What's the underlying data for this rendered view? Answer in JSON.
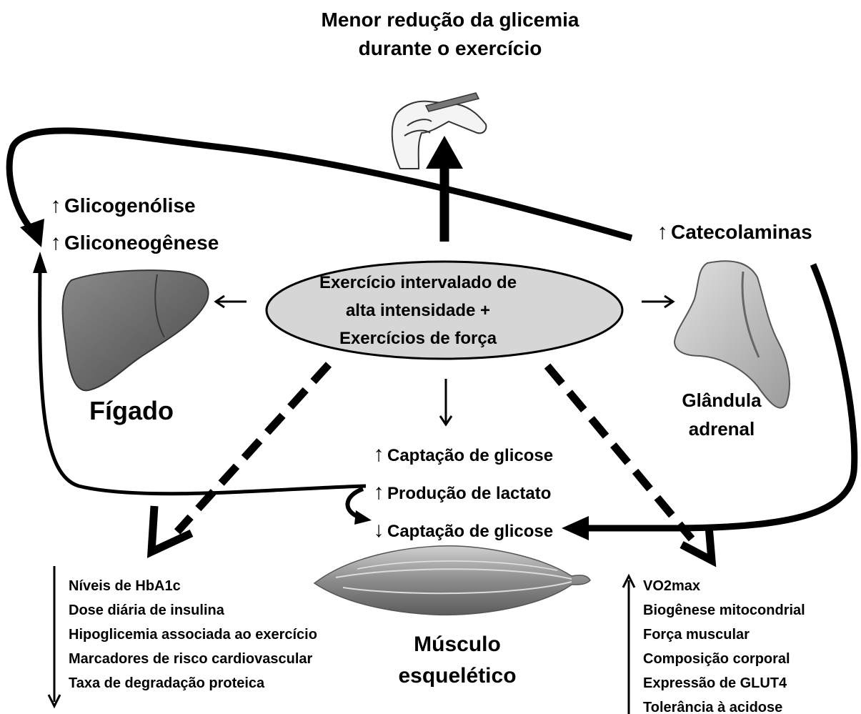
{
  "title": {
    "line1": "Menor redução da glicemia",
    "line2": "durante o exercício"
  },
  "liver_effects": [
    {
      "glyph": "↑",
      "text": "Glicogenólise"
    },
    {
      "glyph": "↑",
      "text": "Gliconeogênese"
    }
  ],
  "catecholamines": {
    "glyph": "↑",
    "text": "Catecolaminas"
  },
  "center": {
    "line1": "Exercício intervalado de",
    "line2": "alta intensidade +",
    "line3": "Exercícios de força"
  },
  "liver_label": "Fígado",
  "adrenal_label": {
    "line1": "Glândula",
    "line2": "adrenal"
  },
  "muscle_effects": [
    {
      "glyph": "↑",
      "text": "Captação de glicose"
    },
    {
      "glyph": "↑",
      "text": "Produção de lactato"
    },
    {
      "glyph": "↓",
      "text": "Captação de glicose"
    }
  ],
  "muscle_label": {
    "line1": "Músculo",
    "line2": "esquelético"
  },
  "decreased_outcomes": [
    "Níveis de HbA1c",
    "Dose diária de insulina",
    "Hipoglicemia associada ao exercício",
    "Marcadores de risco cardiovascular",
    "Taxa de degradação proteica"
  ],
  "increased_outcomes": [
    "VO2max",
    "Biogênese mitocondrial",
    "Força muscular",
    "Composição corporal",
    "Expressão de GLUT4",
    "Tolerância à acidose"
  ],
  "colors": {
    "ellipse_fill": "#d6d6d6",
    "liver": "#6b6b6b",
    "adrenal": "#c8c8c8",
    "muscle": "#9a9a9a",
    "arrows": "#000000"
  },
  "icons": [
    "hand-finger-prick-icon",
    "liver-icon",
    "adrenal-gland-icon",
    "muscle-icon"
  ]
}
